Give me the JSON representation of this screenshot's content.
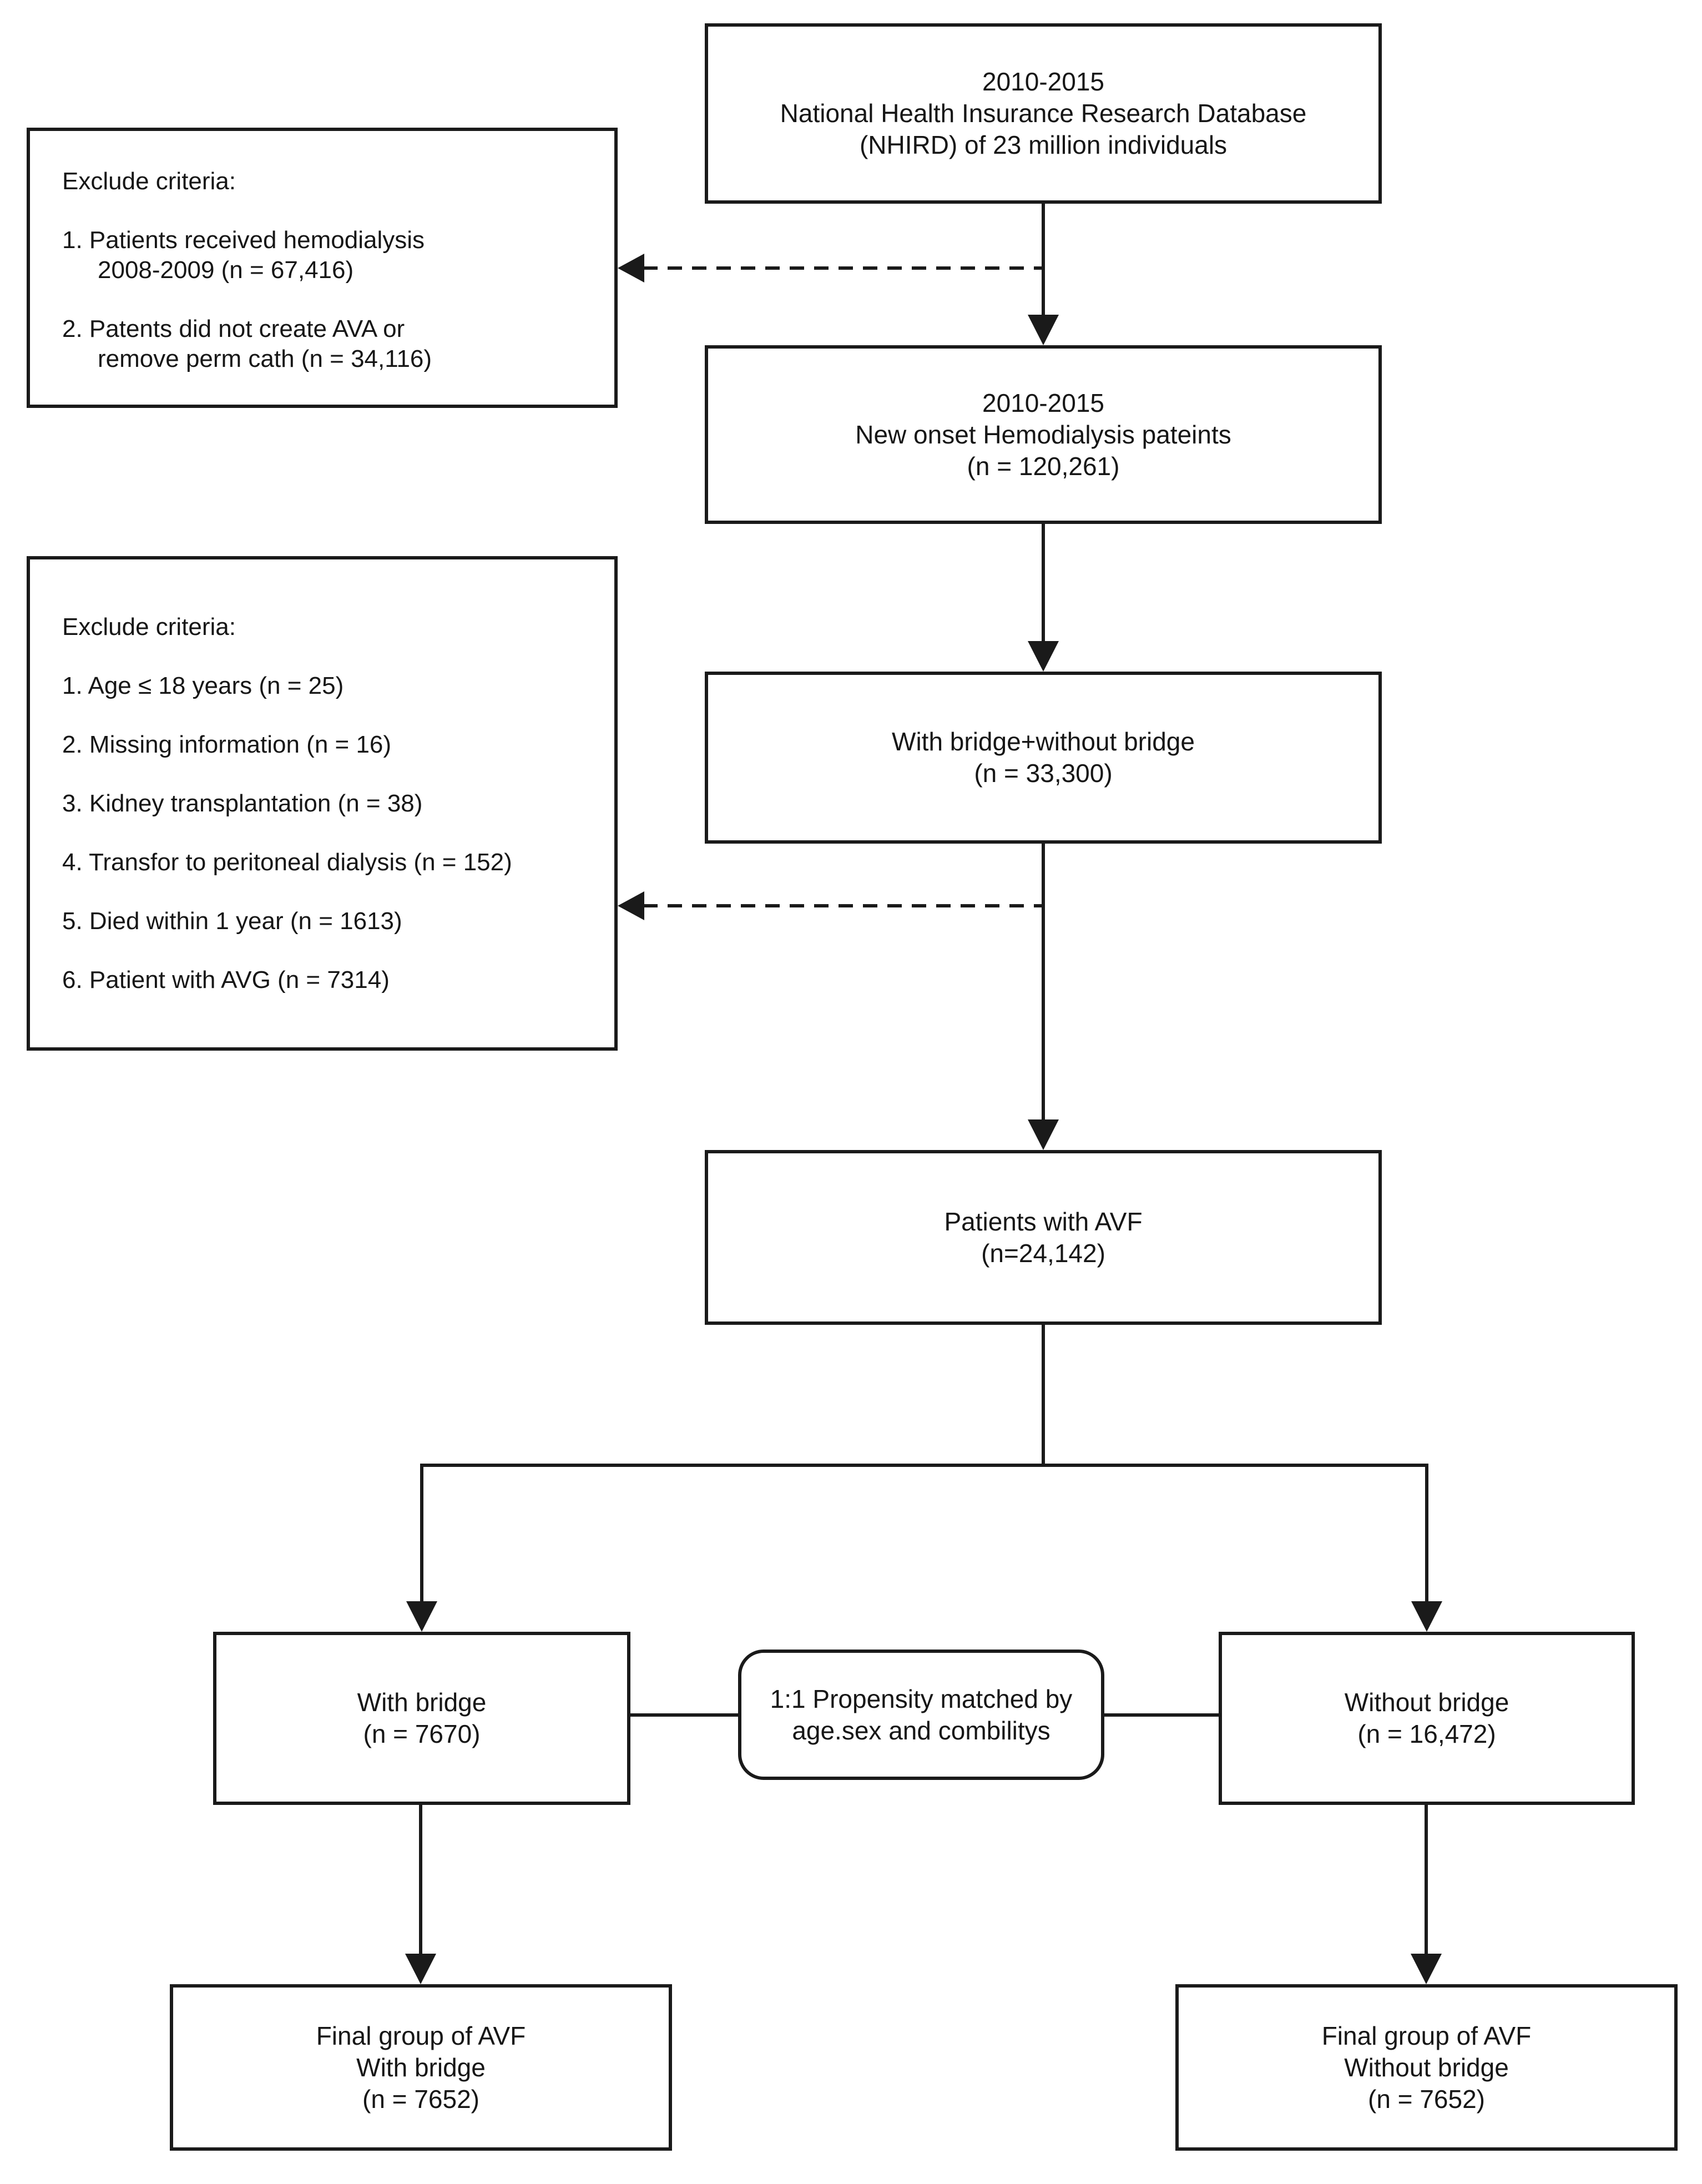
{
  "figure": {
    "background": "#ffffff",
    "line_color": "#1a1a1a",
    "description": "Patient selection flowchart"
  },
  "boxes": {
    "nhird": {
      "lines": [
        "2010-2015",
        "National Health Insurance Research Database",
        "(NHIRD) of 23 million individuals"
      ]
    },
    "exclude1": {
      "title": "Exclude criteria:",
      "item1_line1": "1. Patients received hemodialysis",
      "item1_line2": "2008-2009 (n = 67,416)",
      "item2_line1": "2. Patents did not create AVA or",
      "item2_line2": "remove perm cath (n = 34,116)"
    },
    "new_onset": {
      "lines": [
        "2010-2015",
        "New onset Hemodialysis pateints",
        "(n = 120,261)"
      ]
    },
    "exclude2": {
      "title": "Exclude criteria:",
      "items": [
        "1. Age ≤ 18 years (n = 25)",
        "2. Missing information (n = 16)",
        "3. Kidney transplantation (n = 38)",
        "4. Transfor to peritoneal dialysis (n = 152)",
        "5. Died within 1 year (n = 1613)",
        "6. Patient with AVG (n = 7314)"
      ]
    },
    "bridge_total": {
      "lines": [
        "With bridge+without bridge",
        "(n = 33,300)"
      ]
    },
    "avf": {
      "lines": [
        "Patients with AVF",
        "(n=24,142)"
      ]
    },
    "with_bridge": {
      "lines": [
        "With bridge",
        "(n = 7670)"
      ]
    },
    "propensity": {
      "lines": [
        "1:1 Propensity matched by",
        "age.sex and combilitys"
      ]
    },
    "without_bridge": {
      "lines": [
        "Without bridge",
        "(n = 16,472)"
      ]
    },
    "final_with_bridge": {
      "lines": [
        "Final group of AVF",
        "With bridge",
        "(n = 7652)"
      ]
    },
    "final_without_bridge": {
      "lines": [
        "Final group of AVF",
        "Without bridge",
        "(n = 7652)"
      ]
    }
  }
}
